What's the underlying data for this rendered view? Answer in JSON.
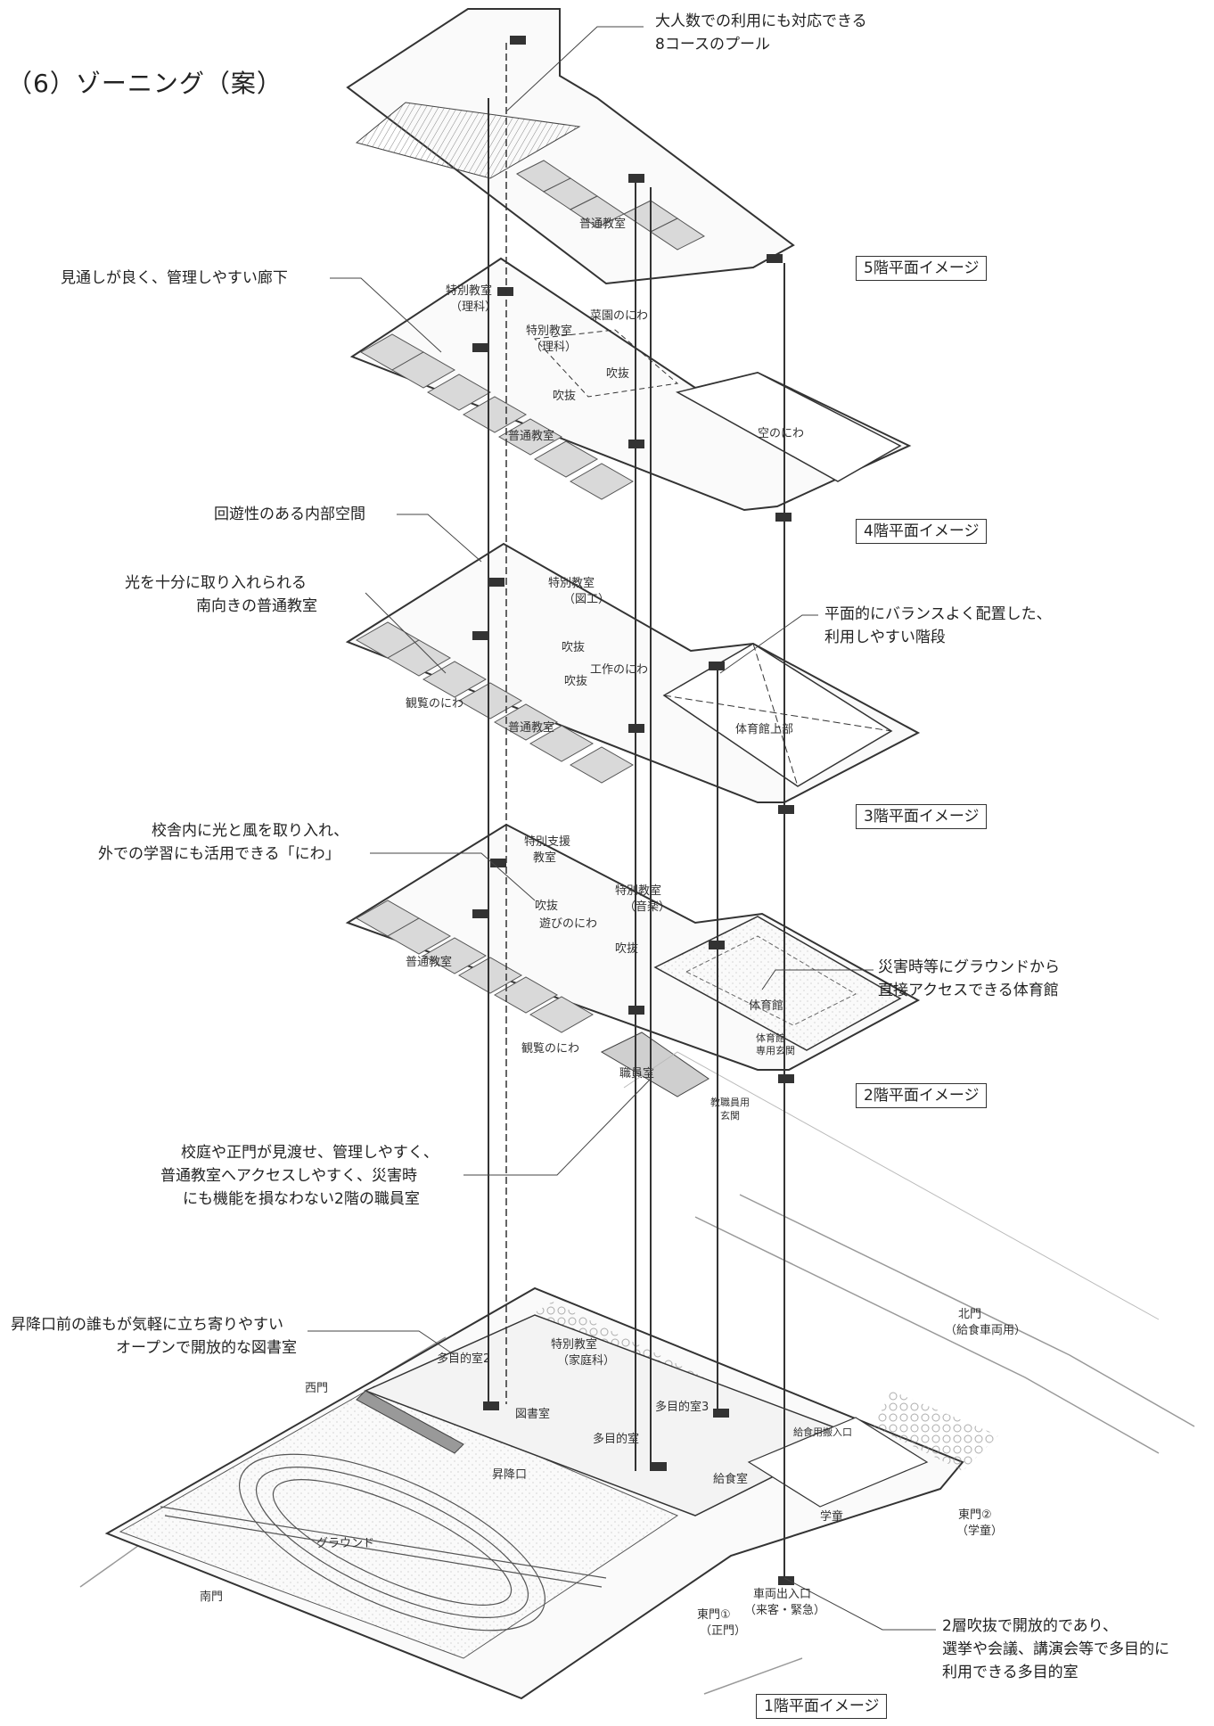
{
  "title": "（6）ゾーニング（案）",
  "floor_labels": {
    "f5": "5階平面イメージ",
    "f4": "4階平面イメージ",
    "f3": "3階平面イメージ",
    "f2": "2階平面イメージ",
    "f1": "1階平面イメージ"
  },
  "annotations": {
    "pool": [
      "大人数での利用にも対応できる",
      "8コースのプール"
    ],
    "corridor": [
      "見通しが良く、管理しやすい廊下"
    ],
    "inner_space": [
      "回遊性のある内部空間"
    ],
    "south_class": [
      "光を十分に取り入れられる",
      "南向きの普通教室"
    ],
    "stairs": [
      "平面的にバランスよく配置した、",
      "利用しやすい階段"
    ],
    "niwa": [
      "校舎内に光と風を取り入れ、",
      "外での学習にも活用できる「にわ」"
    ],
    "gym": [
      "災害時等にグラウンドから",
      "直接アクセスできる体育館"
    ],
    "staff_room": [
      "校庭や正門が見渡せ、管理しやすく、",
      "普通教室へアクセスしやすく、災害時",
      "にも機能を損なわない2階の職員室"
    ],
    "library": [
      "昇降口前の誰もが気軽に立ち寄りやすい",
      "オープンで開放的な図書室"
    ],
    "multipurpose": [
      "2層吹抜で開放的であり、",
      "選挙や会議、講演会等で多目的に",
      "利用できる多目的室"
    ]
  },
  "rooms": {
    "f5": {
      "classroom": "普通教室"
    },
    "f4": {
      "sci1": "特別教室",
      "sci1b": "（理科）",
      "sci2": "特別教室",
      "sci2b": "（理科）",
      "garden": "菜園のにわ",
      "void1": "吹抜",
      "void2": "吹抜",
      "classroom": "普通教室",
      "sky": "空のにわ"
    },
    "f3": {
      "art": "特別教室",
      "artb": "（図工）",
      "void1": "吹抜",
      "work": "工作のにわ",
      "void2": "吹抜",
      "view": "観覧のにわ",
      "classroom": "普通教室",
      "gym_upper": "体育館上部"
    },
    "f2": {
      "support": "特別支援",
      "supportb": "教室",
      "music": "特別教室",
      "musicb": "（音楽）",
      "void1": "吹抜",
      "play": "遊びのにわ",
      "void2": "吹抜",
      "classroom": "普通教室",
      "gym": "体育館",
      "gym_ent": "体育館",
      "gym_entb": "専用玄関",
      "view": "観覧のにわ",
      "staff": "職員室",
      "staff_ent": "教職員用",
      "staff_entb": "玄関"
    },
    "f1": {
      "mp2": "多目的室2",
      "home": "特別教室",
      "homeb": "（家庭科）",
      "library": "図書室",
      "mp3": "多目的室3",
      "mp": "多目的室",
      "delivery": "給食用搬入口",
      "shoes": "昇降口",
      "kitchen": "給食室",
      "after": "学童",
      "ground": "グラウンド"
    }
  },
  "gates": {
    "west": "西門",
    "south": "南門",
    "north": "北門",
    "north_sub": "（給食車両用）",
    "east2": "東門②",
    "east2_sub": "（学童）",
    "vehicle": "車両出入口",
    "vehicle_sub": "（来客・緊急）",
    "east1": "東門①",
    "east1_sub": "（正門）"
  }
}
